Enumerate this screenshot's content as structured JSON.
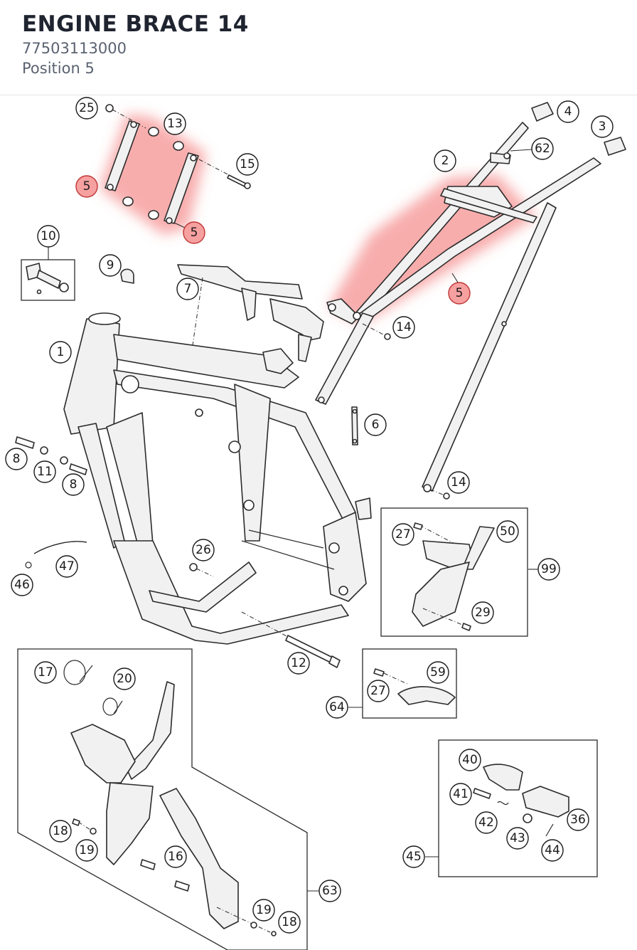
{
  "header": {
    "title": "ENGINE BRACE 14",
    "part_number": "77503113000",
    "position": "Position 5"
  },
  "colors": {
    "highlight": "#f26a6a",
    "title": "#1f2430",
    "subtitle": "#5a6270"
  },
  "callouts": [
    {
      "label": "25"
    },
    {
      "label": "13"
    },
    {
      "label": "15"
    },
    {
      "label": "5"
    },
    {
      "label": "5"
    },
    {
      "label": "10"
    },
    {
      "label": "9"
    },
    {
      "label": "7"
    },
    {
      "label": "1"
    },
    {
      "label": "4"
    },
    {
      "label": "3"
    },
    {
      "label": "62"
    },
    {
      "label": "2"
    },
    {
      "label": "5"
    },
    {
      "label": "14"
    },
    {
      "label": "6"
    },
    {
      "label": "14"
    },
    {
      "label": "8"
    },
    {
      "label": "11"
    },
    {
      "label": "8"
    },
    {
      "label": "26"
    },
    {
      "label": "47"
    },
    {
      "label": "46"
    },
    {
      "label": "12"
    },
    {
      "label": "27"
    },
    {
      "label": "50"
    },
    {
      "label": "99"
    },
    {
      "label": "29"
    },
    {
      "label": "59"
    },
    {
      "label": "27"
    },
    {
      "label": "64"
    },
    {
      "label": "17"
    },
    {
      "label": "20"
    },
    {
      "label": "18"
    },
    {
      "label": "19"
    },
    {
      "label": "16"
    },
    {
      "label": "19"
    },
    {
      "label": "18"
    },
    {
      "label": "63"
    },
    {
      "label": "40"
    },
    {
      "label": "41"
    },
    {
      "label": "42"
    },
    {
      "label": "36"
    },
    {
      "label": "43"
    },
    {
      "label": "44"
    },
    {
      "label": "45"
    }
  ]
}
